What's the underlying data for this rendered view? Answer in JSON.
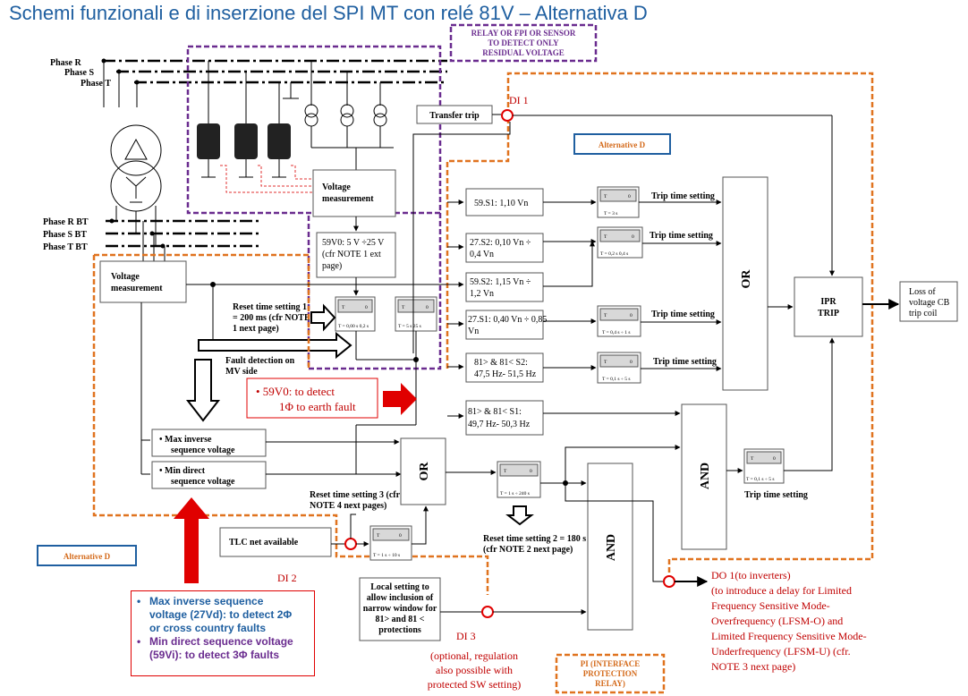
{
  "title": "Schemi funzionali e di inserzione del SPI MT con relé 81V – Alternativa D",
  "phases": {
    "r": "Phase R",
    "s": "Phase S",
    "t": "Phase T"
  },
  "phases_bt": {
    "r": "Phase R BT",
    "s": "Phase S BT",
    "t": "Phase T BT"
  },
  "relay_note": [
    "RELAY OR FPI OR SENSOR",
    "TO DETECT ONLY",
    "RESIDUAL VOLTAGE"
  ],
  "transfer_trip": "Transfer trip",
  "di1": "DI 1",
  "alt_d": "Alternative D",
  "voltage_measurement": [
    "Voltage",
    "measurement"
  ],
  "v0_box": [
    "59V0: 5 V ÷25 V",
    "(cfr NOTE 1 ext",
    "page)"
  ],
  "reset1": [
    "Reset time setting 1",
    "= 200 ms (cfr NOTE",
    "1 next page)"
  ],
  "fault_detection": [
    "Fault detection on",
    "MV side"
  ],
  "red_note_v0": [
    "•   59V0:  to  detect",
    "1Φ to earth fault"
  ],
  "timer_tags": {
    "t": "T",
    "zero": "0"
  },
  "timer_ranges": {
    "v0a": "T = 0,00 s  0,2 s",
    "v0b": "T = 5 s     25 s",
    "s1": "T = 3 s",
    "s2": "T = 0,2 s     0,4 s",
    "s3": "T = 0,4 s ÷ 1 s",
    "s4": "T = 0,1 s ÷ 5 s",
    "main": "T = 1 s ÷ 240 s",
    "tlc": "T = 1 s ÷ 10 s",
    "and2": "T = 0,1 s ÷ 5 s"
  },
  "protections": [
    [
      "59.S1: 1,10 Vn"
    ],
    [
      "27.S2: 0,10 Vn ÷",
      "0,4 Vn"
    ],
    [
      "59.S2: 1,15 Vn ÷",
      "1,2 Vn"
    ],
    [
      "27.S1: 0,40 Vn ÷ 0,85",
      "Vn"
    ],
    [
      "81> & 81< S2:",
      "47,5 Hz- 51,5 Hz"
    ],
    [
      "81> & 81< S1:",
      "49,7 Hz- 50,3 Hz"
    ]
  ],
  "trip_time_setting": "Trip time setting",
  "or_label": "OR",
  "and_label": "AND",
  "ipr_trip": [
    "IPR",
    "TRIP"
  ],
  "loss_cb": [
    "Loss of",
    "voltage CB",
    "trip coil"
  ],
  "max_inverse": [
    "•  Max inverse",
    "sequence voltage"
  ],
  "min_direct": [
    "•  Min direct",
    "sequence voltage"
  ],
  "reset3": [
    "Reset time setting 3 (cfr",
    "NOTE 4 next pages)"
  ],
  "reset2": [
    "Reset time setting 2 = 180 s",
    "(cfr NOTE 2 next page)"
  ],
  "tlc": "TLC net available",
  "di2": "DI 2",
  "di3": "DI 3",
  "local_setting": [
    "Local setting to",
    "allow inclusion of",
    "narrow window for",
    "81> and 81 <",
    "protections"
  ],
  "optional_note": [
    "(optional, regulation",
    "also possible with",
    "protected SW setting)"
  ],
  "do1": [
    "DO 1(to inverters)",
    "(to introduce a delay for Limited",
    "Frequency Sensitive Mode-",
    "Overfrequency (LFSM-O) and",
    "Limited Frequency Sensitive Mode-",
    "Underfrequency (LFSM-U) (cfr.",
    "NOTE 3 next page)"
  ],
  "pi_box": [
    "PI (INTERFACE",
    "PROTECTION",
    "RELAY)"
  ],
  "legend_box": {
    "item1_a": "Max     inverse     sequence",
    "item1_b": "voltage (27Vd): to detect 2Φ",
    "item1_c": "or cross country faults",
    "item2_a": "Min direct sequence voltage",
    "item2_b": "(59Vi): to detect 3Φ faults"
  },
  "colors": {
    "title": "#1f5fa0",
    "purple": "#6a2c8f",
    "orange": "#e0731f",
    "red": "#e00000",
    "blue_text": "#1f5fa0"
  }
}
